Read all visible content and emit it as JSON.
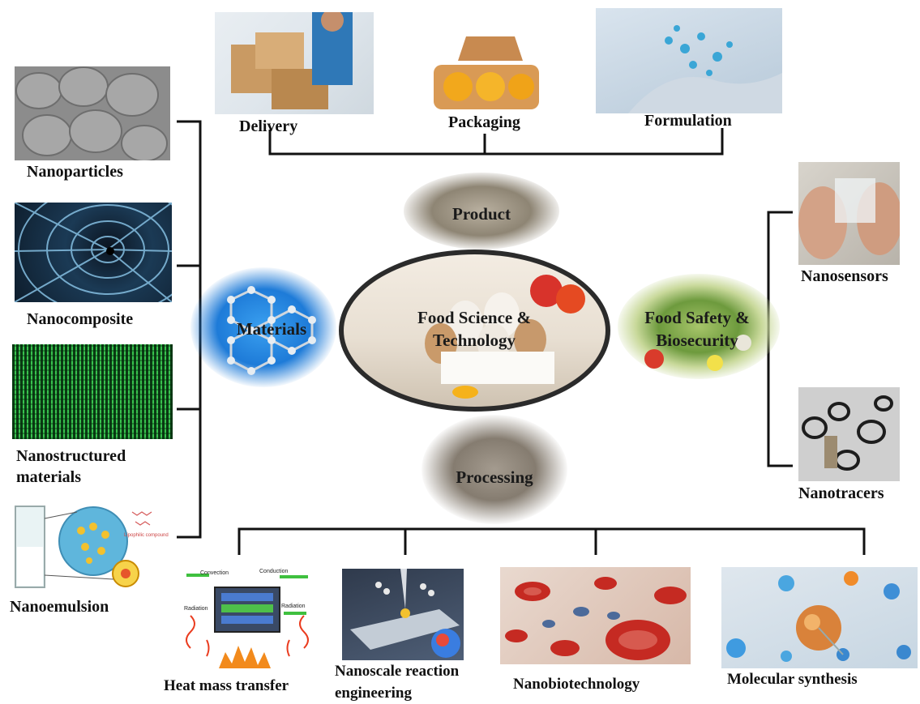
{
  "center": {
    "title_line1": "Food Science &",
    "title_line2": "Technology"
  },
  "hubs": {
    "product": "Product",
    "materials": "Materials",
    "safety_line1": "Food Safety &",
    "safety_line2": "Biosecurity",
    "processing": "Processing"
  },
  "top_items": {
    "delivery": "Delivery",
    "packaging": "Packaging",
    "formulation": "Formulation"
  },
  "left_items": {
    "nanoparticles": "Nanoparticles",
    "nanocomposite": "Nanocomposite",
    "nanostructured_line1": "Nanostructured",
    "nanostructured_line2": "materials",
    "nanoemulsion": "Nanoemulsion",
    "lipophilic_caption": "Lipophilic compound"
  },
  "right_items": {
    "nanosensors": "Nanosensors",
    "nanotracers": "Nanotracers"
  },
  "bottom_items": {
    "heat": "Heat mass transfer",
    "reaction_line1": "Nanoscale reaction",
    "reaction_line2": "engineering",
    "nanobio": "Nanobiotechnology",
    "synthesis": "Molecular synthesis"
  },
  "heat_diagram_labels": {
    "convection": "Convection",
    "conduction": "Conduction",
    "radiation_left": "Radiation",
    "radiation_right": "Radiation"
  },
  "colors": {
    "line": "#111111",
    "ellipse_border": "#2b2b2b",
    "materials_blue": "#1e7bd8",
    "cnt_green": "#2ea84a"
  }
}
